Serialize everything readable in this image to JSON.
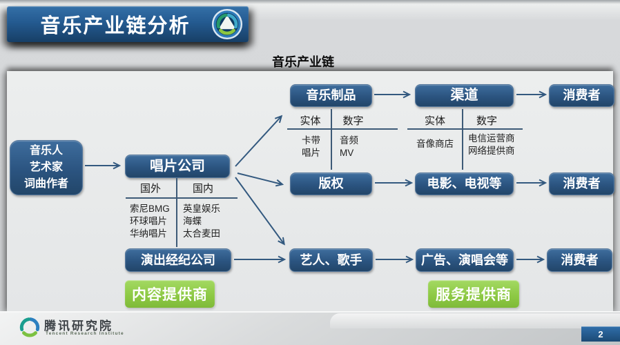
{
  "header": {
    "title": "音乐产业链分析"
  },
  "subtitle": "音乐产业链",
  "diagram": {
    "creators": [
      "音乐人",
      "艺术家",
      "词曲作者"
    ],
    "record_company": "唱片公司",
    "agency": "演出经纪公司",
    "products": "音乐制品",
    "channel": "渠道",
    "copyright": "版权",
    "film_tv": "电影、电视等",
    "artists": "艺人、歌手",
    "ads_concerts": "广告、演唱会等",
    "consumer": "消费者",
    "content_provider": "内容提供商",
    "service_provider": "服务提供商",
    "tables": {
      "record": {
        "headers": [
          "国外",
          "国内"
        ],
        "foreign": [
          "索尼BMG",
          "环球唱片",
          "华纳唱片"
        ],
        "domestic": [
          "英皇娱乐",
          "海蝶",
          "太合麦田"
        ]
      },
      "products": {
        "headers": [
          "实体",
          "数字"
        ],
        "physical": [
          "卡带",
          "唱片"
        ],
        "digital": [
          "音频",
          "MV"
        ]
      },
      "channel": {
        "headers": [
          "实体",
          "数字"
        ],
        "physical": [
          "音像商店"
        ],
        "digital": [
          "电信运营商",
          "网络提供商"
        ]
      }
    },
    "flows": [
      "音乐人/艺术家/词曲作者 → 唱片公司",
      "唱片公司 → 音乐制品",
      "唱片公司 → 版权",
      "唱片公司 → 艺人、歌手",
      "演出经纪公司 → 艺人、歌手",
      "音乐制品 → 渠道",
      "渠道 → 消费者",
      "版权 → 电影、电视等",
      "电影、电视等 → 消费者",
      "艺人、歌手 → 广告、演唱会等",
      "广告、演唱会等 → 消费者"
    ]
  },
  "footer": {
    "brand": "腾讯研究院",
    "brand_en": "Tencent Research Institute",
    "page_number": "2"
  },
  "colors": {
    "node_blue": "#2B5480",
    "banner_blue": "#1E4E79",
    "green": "#8CC843",
    "arrow": "#33597F"
  }
}
